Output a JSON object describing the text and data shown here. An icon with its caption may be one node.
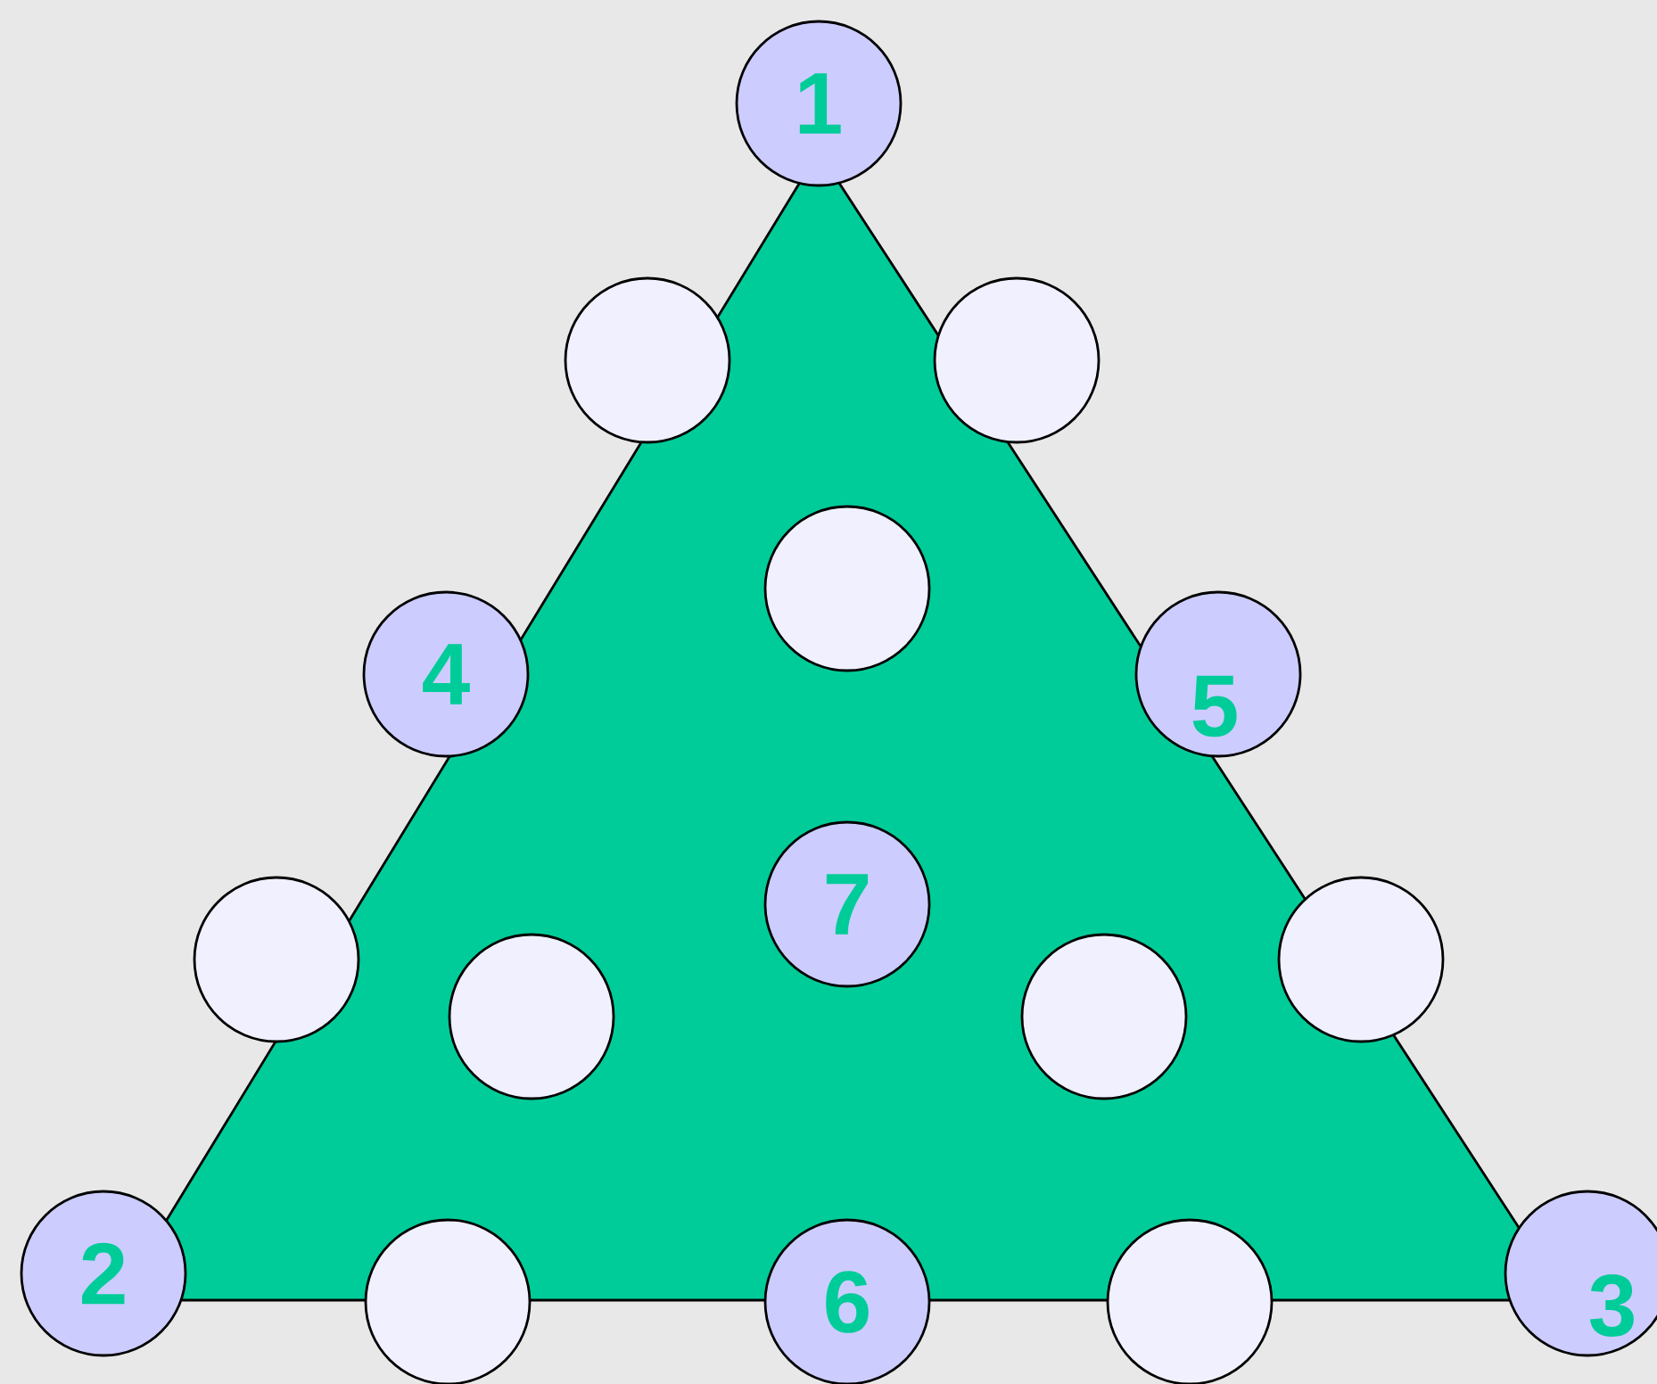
{
  "diagram": {
    "nodes": [
      {
        "text": [
          "1"
        ]
      },
      {
        "text": [],
        "shape": "circle"
      },
      {
        "text": [],
        "shape": "circle"
      },
      {
        "text": [],
        "shape": "circle"
      },
      {
        "text": [
          "4"
        ]
      },
      {
        "text": [
          "5"
        ]
      },
      {
        "text": [
          "7"
        ]
      },
      {
        "text": [],
        "shape": "circle"
      },
      {
        "text": [],
        "shape": "circle"
      },
      {
        "text": [],
        "shape": "circle"
      },
      {
        "text": [],
        "shape": "circle"
      },
      {
        "text": [
          "2"
        ]
      },
      {
        "text": [],
        "shape": "circle"
      },
      {
        "text": [
          "6"
        ]
      },
      {
        "text": [],
        "shape": "circle"
      },
      {
        "text": [
          "3"
        ]
      }
    ]
  }
}
